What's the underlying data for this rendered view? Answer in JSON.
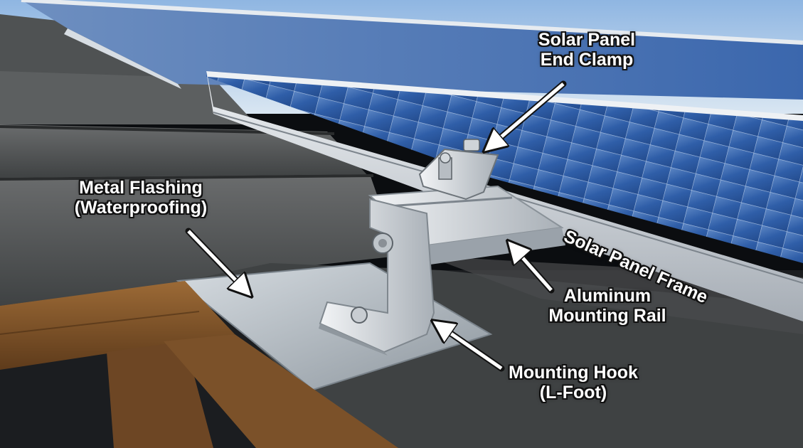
{
  "labels": {
    "end_clamp": {
      "line1": "Solar Panel",
      "line2": "End Clamp"
    },
    "flashing": {
      "line1": "Metal Flashing",
      "line2": "(Waterproofing)"
    },
    "panel_frame": {
      "text": "Solar Panel Frame"
    },
    "rail": {
      "line1": "Aluminum",
      "line2": "Mounting Rail"
    },
    "hook": {
      "line1": "Mounting Hook",
      "line2": "(L-Foot)"
    }
  },
  "colors": {
    "sky": "#a9c9ea",
    "panel_cells": "#2f5ea8",
    "frame": "#c9ced4",
    "roof_tile": "#55585a",
    "flashing": "#aeb6bd",
    "wood": "#8a5a2b",
    "arrow": "#ffffff"
  },
  "icons": [
    "arrow-icon"
  ]
}
